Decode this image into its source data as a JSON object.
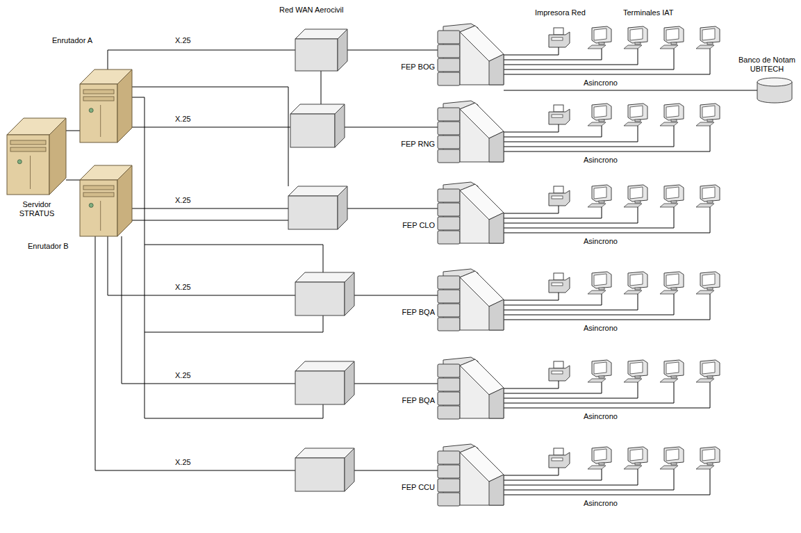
{
  "diagram": {
    "nodes": [
      {
        "text": [
          "Servidor STRATUS"
        ]
      },
      {
        "text": [
          "Enrutador A"
        ]
      },
      {
        "text": [
          "Enrutador B"
        ]
      },
      {
        "text": [
          "FEP BOG"
        ]
      },
      {
        "text": [
          "Banco de Notam UBITECH"
        ]
      },
      {
        "text": [
          "FEP RNG"
        ]
      },
      {
        "text": [
          "FEP CLO"
        ]
      },
      {
        "text": [
          "FEP BQA"
        ]
      },
      {
        "text": [
          "FEP BQA"
        ]
      },
      {
        "text": [
          "FEP CCU"
        ]
      }
    ],
    "edges": [
      {
        "from": 0,
        "to": 1,
        "arrow": "none"
      },
      {
        "from": 0,
        "to": 2,
        "arrow": "none"
      },
      {
        "from": 1,
        "to": 3,
        "label": "X.25",
        "arrow": "none"
      },
      {
        "from": 1,
        "to": 5,
        "label": "X.25",
        "arrow": "none"
      },
      {
        "from": 2,
        "to": 6,
        "label": "X.25",
        "arrow": "none"
      },
      {
        "from": 2,
        "to": 7,
        "label": "X.25",
        "arrow": "none"
      },
      {
        "from": 2,
        "to": 8,
        "label": "X.25",
        "arrow": "none"
      },
      {
        "from": 2,
        "to": 9,
        "label": "X.25",
        "arrow": "none"
      },
      {
        "from": 3,
        "to": 4,
        "arrow": "none"
      }
    ],
    "labels": [
      "Red WAN Aerocivil",
      "Impresora Red",
      "Terminales IAT",
      "Asincrono",
      "Asincrono",
      "Asincrono",
      "Asincrono",
      "Asincrono",
      "Asincrono"
    ]
  }
}
